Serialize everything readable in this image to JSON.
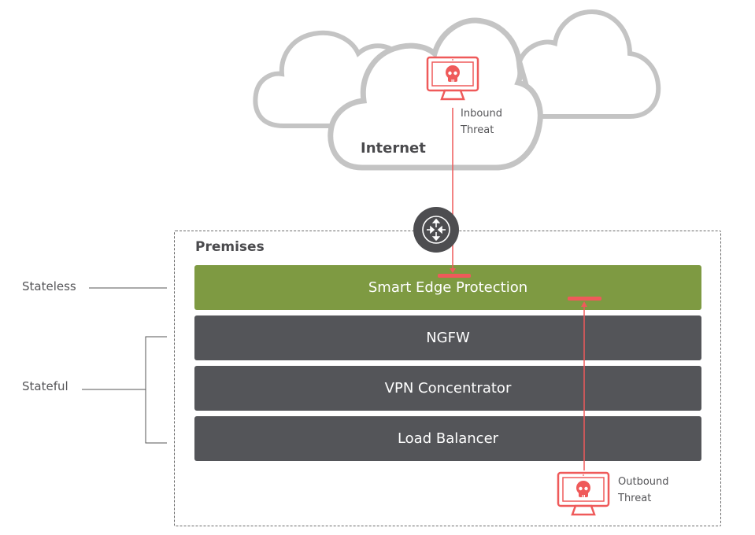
{
  "diagram": {
    "internet": {
      "label": "Internet"
    },
    "inbound_threat": {
      "label_line1": "Inbound",
      "label_line2": "Threat",
      "icon": "skull-monitor-icon"
    },
    "outbound_threat": {
      "label_line1": "Outbound",
      "label_line2": "Threat",
      "icon": "skull-monitor-icon"
    },
    "router": {
      "icon": "router-arrows-icon"
    },
    "premises": {
      "title": "Premises"
    },
    "layers": [
      {
        "label": "Smart Edge Protection",
        "type": "stateless"
      },
      {
        "label": "NGFW",
        "type": "stateful"
      },
      {
        "label": "VPN Concentrator",
        "type": "stateful"
      },
      {
        "label": "Load Balancer",
        "type": "stateful"
      }
    ],
    "side_labels": {
      "stateless": "Stateless",
      "stateful": "Stateful"
    },
    "colors": {
      "threat": "#ef5a5a",
      "stateless_layer": "#7e9a42",
      "stateful_layer": "#545559",
      "cloud_outline": "#c4c4c4",
      "router_bg": "#4d4d50"
    }
  }
}
